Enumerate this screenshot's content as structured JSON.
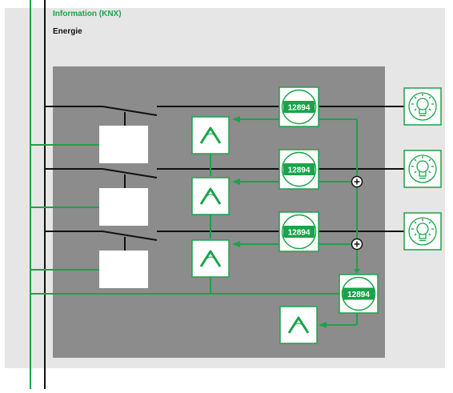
{
  "legend": {
    "information_label": "Information (KNX)",
    "energy_label": "Energie"
  },
  "meter_digits": "12894",
  "colors": {
    "green": "#1aa34a",
    "black": "#111111",
    "panel_bg": "#e6e6e6",
    "cabinet_bg": "#8c8c8c",
    "white": "#ffffff"
  }
}
